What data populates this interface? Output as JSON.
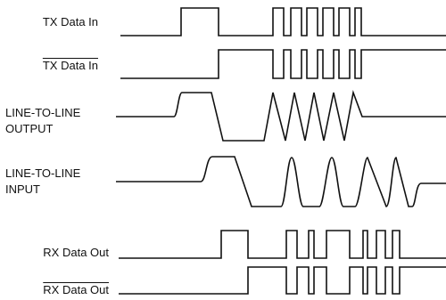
{
  "signals": [
    {
      "id": "tx-data-in",
      "label": "TX Data In",
      "inverted": false
    },
    {
      "id": "tx-data-in-bar",
      "label": "TX Data In",
      "inverted": true
    },
    {
      "id": "line-to-line-output",
      "label_lines": [
        "LINE-TO-LINE",
        "OUTPUT"
      ],
      "inverted": false
    },
    {
      "id": "line-to-line-input",
      "label_lines": [
        "LINE-TO-LINE",
        "INPUT"
      ],
      "inverted": false
    },
    {
      "id": "rx-data-out",
      "label": "RX Data Out",
      "inverted": false
    },
    {
      "id": "rx-data-out-bar",
      "label": "RX Data Out",
      "inverted": true
    }
  ]
}
